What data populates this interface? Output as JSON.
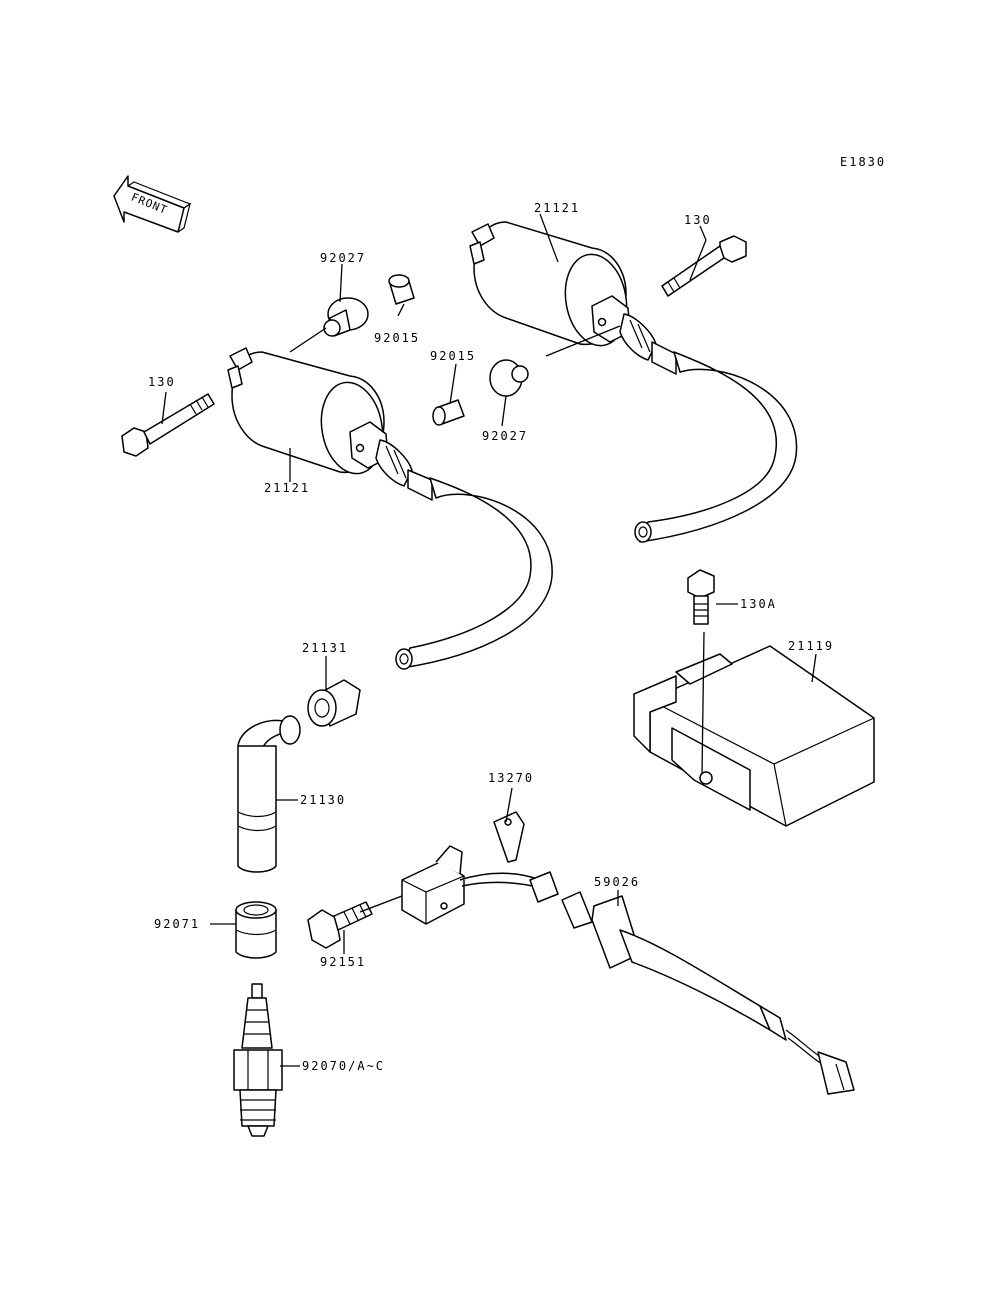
{
  "diagram_code": "E1830",
  "front_arrow_label": "FRONT",
  "callouts": [
    "21121",
    "130",
    "92027",
    "92015",
    "92015",
    "92027",
    "130",
    "21121",
    "130A",
    "21119",
    "21131",
    "21130",
    "13270",
    "59026",
    "92071",
    "92151",
    "92070/A~C"
  ]
}
